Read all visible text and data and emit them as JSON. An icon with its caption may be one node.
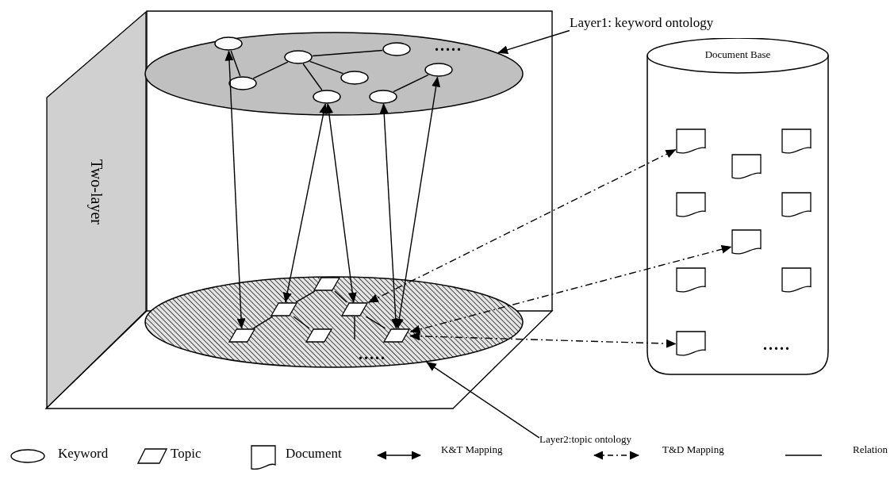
{
  "diagram": {
    "nodes": [
      {
        "text": [
          "Two-layer"
        ]
      },
      {
        "text": [],
        "shape": "ellipse"
      },
      {
        "text": [],
        "shape": "ellipse",
        "in": 1
      },
      {
        "text": [],
        "shape": "ellipse",
        "in": 1
      },
      {
        "text": [],
        "shape": "ellipse",
        "in": 1
      },
      {
        "text": [],
        "shape": "ellipse",
        "in": 1
      },
      {
        "text": [],
        "shape": "ellipse",
        "in": 1
      },
      {
        "text": [],
        "shape": "ellipse",
        "in": 1
      },
      {
        "text": [],
        "shape": "ellipse",
        "in": 1
      },
      {
        "text": [],
        "shape": "ellipse",
        "in": 1
      },
      {
        "text": [],
        "shape": "ellipse"
      },
      {
        "text": [],
        "shape": "parallelogram",
        "in": 10
      },
      {
        "text": [],
        "shape": "parallelogram",
        "in": 10
      },
      {
        "text": [],
        "shape": "parallelogram",
        "in": 10
      },
      {
        "text": [],
        "shape": "parallelogram",
        "in": 10
      },
      {
        "text": [],
        "shape": "parallelogram",
        "in": 10
      },
      {
        "text": [],
        "shape": "parallelogram",
        "in": 10
      },
      {
        "text": [
          "Layer1: keyword ontology"
        ]
      },
      {
        "text": [
          "Layer2:topic ontology"
        ]
      },
      {
        "text": [
          "Document Base"
        ]
      },
      {
        "text": [],
        "shape": "document",
        "in": 19
      },
      {
        "text": [],
        "shape": "document",
        "in": 19
      },
      {
        "text": [],
        "shape": "document",
        "in": 19
      },
      {
        "text": [],
        "shape": "document",
        "in": 19
      },
      {
        "text": [],
        "shape": "document",
        "in": 19
      },
      {
        "text": [],
        "shape": "document",
        "in": 19
      },
      {
        "text": [],
        "shape": "document",
        "in": 19
      },
      {
        "text": [],
        "shape": "document",
        "in": 19
      },
      {
        "text": [],
        "shape": "document",
        "in": 19
      }
    ],
    "edges": [
      {
        "from": 2,
        "to": 5,
        "arrow": "none"
      },
      {
        "from": 5,
        "to": 3,
        "arrow": "none"
      },
      {
        "from": 3,
        "to": 4,
        "arrow": "none"
      },
      {
        "from": 3,
        "to": 6,
        "arrow": "none"
      },
      {
        "from": 3,
        "to": 7,
        "arrow": "none"
      },
      {
        "from": 9,
        "to": 8,
        "arrow": "none"
      },
      {
        "from": 11,
        "to": 12,
        "arrow": "none"
      },
      {
        "from": 11,
        "to": 13,
        "arrow": "none"
      },
      {
        "from": 12,
        "to": 14,
        "arrow": "none"
      },
      {
        "from": 12,
        "to": 15,
        "arrow": "none"
      },
      {
        "from": 13,
        "to": 16,
        "arrow": "none"
      },
      {
        "from": 13,
        "to": null,
        "arrow": "none"
      },
      {
        "from": 2,
        "to": 14,
        "arrow": "both"
      },
      {
        "from": 7,
        "to": 12,
        "arrow": "both"
      },
      {
        "from": 7,
        "to": 13,
        "arrow": "both"
      },
      {
        "from": 9,
        "to": 16,
        "arrow": "both"
      },
      {
        "from": 8,
        "to": 16,
        "arrow": "both"
      },
      {
        "from": 13,
        "to": 20,
        "arrow": "both",
        "style": "dashed"
      },
      {
        "from": 16,
        "to": 25,
        "arrow": "both",
        "style": "dashed"
      },
      {
        "from": 16,
        "to": 28,
        "arrow": "both",
        "style": "dashed"
      },
      {
        "from": 17,
        "to": 1,
        "arrow": "to"
      },
      {
        "from": 18,
        "to": 10,
        "arrow": "to"
      }
    ],
    "labels": [
      ".....",
      ".....",
      "....."
    ],
    "legend": [
      {
        "text": "Keyword"
      },
      {
        "text": "Topic"
      },
      {
        "text": "Document"
      },
      {
        "text": "K&T Mapping"
      },
      {
        "text": "T&D Mapping"
      },
      {
        "text": "Relation"
      }
    ]
  }
}
